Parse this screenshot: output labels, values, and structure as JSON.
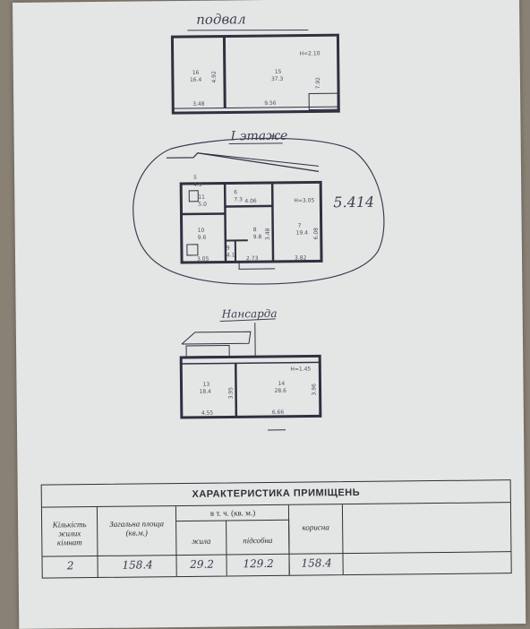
{
  "plan": {
    "basement_label": "подвал",
    "floor1_label": "I этаже",
    "attic_label": "Нансарда",
    "handwritten_note": "5.414",
    "basement_rooms": [
      {
        "num": "16",
        "area": "16.4"
      },
      {
        "num": "15",
        "area": "37.3"
      }
    ],
    "basement_dims": {
      "h": "H=2.10",
      "a": "4.92",
      "b": "7.92",
      "c": "3.48",
      "d": "9.56"
    },
    "floor1_rooms": [
      {
        "num": "11",
        "area": "5.0"
      },
      {
        "num": "6",
        "area": "7.3"
      },
      {
        "num": "5",
        "area": "4.9"
      },
      {
        "num": "10",
        "area": "9.6"
      },
      {
        "num": "8",
        "area": "9.8"
      },
      {
        "num": "9",
        "area": "4.1"
      },
      {
        "num": "7",
        "area": "19.4"
      }
    ],
    "floor1_dims": {
      "h": "H=3.05",
      "a": "4.06",
      "b": "3.05",
      "c": "2.73",
      "d": "3.82",
      "e": "3.48",
      "f": "6.08"
    },
    "attic_rooms": [
      {
        "num": "13",
        "area": "18.4"
      },
      {
        "num": "14",
        "area": "28.6"
      }
    ],
    "attic_dims": {
      "h": "H=1.45",
      "a": "4.55",
      "b": "6.66",
      "c": "3.95",
      "d": "3.96"
    }
  },
  "table": {
    "title": "ХАРАКТЕРИСТИКА ПРИМІЩЕНЬ",
    "col_rooms": "Кількість жилих кімнат",
    "col_total": "Загальна площа (кв.м.)",
    "col_incl": "в т. ч. (кв. м.)",
    "col_living": "жила",
    "col_aux": "підсобна",
    "col_useful": "корисна",
    "values": {
      "rooms": "2",
      "total": "158.4",
      "living": "29.2",
      "aux": "129.2",
      "useful": "158.4"
    }
  }
}
